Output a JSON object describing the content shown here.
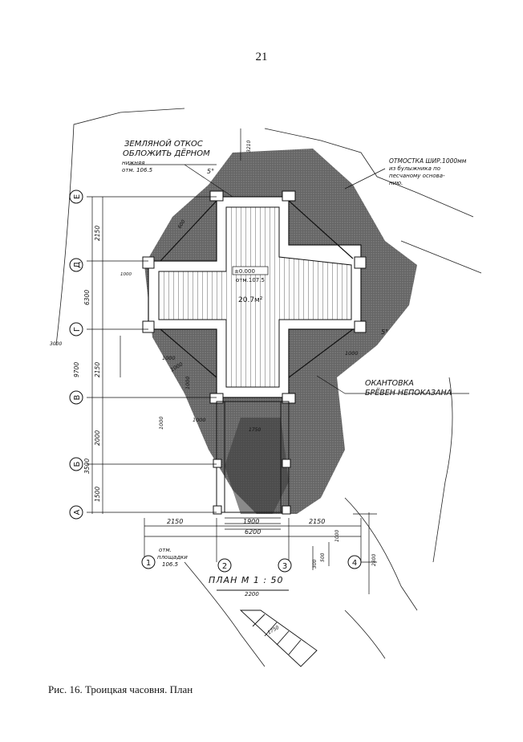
{
  "page": {
    "number": "21"
  },
  "caption": "Рис. 16. Троицкая часовня. План",
  "plan": {
    "title": "ПЛАН  М 1 : 50",
    "notes": {
      "slope_line1": "ЗЕМЛЯНОЙ ОТКОС",
      "slope_line2": "ОБЛОЖИТЬ ДЁРНОМ",
      "lower_elev_line1": "нижняя",
      "lower_elev_line2": "отм. 106.5",
      "blind_area_line1": "ОТМОСТКА ШИР.1000мм",
      "blind_area_line2": "из булыжника по",
      "blind_area_line3": "песчаному основа-",
      "blind_area_line4": "нию.",
      "edging_line1": "ОКАНТОВКА",
      "edging_line2": "БРЁВЕН НЕПОКАЗАНА",
      "zero_mark": "±0.000",
      "floor_elev": "отм.107.5",
      "area": "20.7м²",
      "platform_line1": "отм.",
      "platform_line2": "площадки",
      "platform_line3": "106.5",
      "slope5_left": "5°",
      "slope5_right": "5°"
    },
    "axes_letters": [
      "Е",
      "Д",
      "Г",
      "В",
      "Б",
      "А"
    ],
    "axes_numbers": [
      "1",
      "2",
      "3",
      "4"
    ],
    "dims": {
      "d2150a": "2150",
      "d1900": "1900",
      "d2150b": "2150",
      "d6200": "6200",
      "d2200": "2200",
      "v2150a": "2150",
      "v6300": "6300",
      "v9700": "9700",
      "v2150b": "2150",
      "v2000": "2000",
      "v3500": "3500",
      "v1500": "1500",
      "v3000": "3000",
      "v1000a": "1000",
      "v1000b": "1000",
      "v1000c": "1000",
      "v1000d": "1000",
      "v1000e": "1000",
      "v1000f": "1000",
      "v1000g": "1000",
      "v1750": "1750",
      "v500": "500",
      "v300": "300",
      "v1000h": "1000",
      "v2800": "2800",
      "v3210": "3210",
      "v600": "600",
      "v1750s": "1750"
    }
  }
}
